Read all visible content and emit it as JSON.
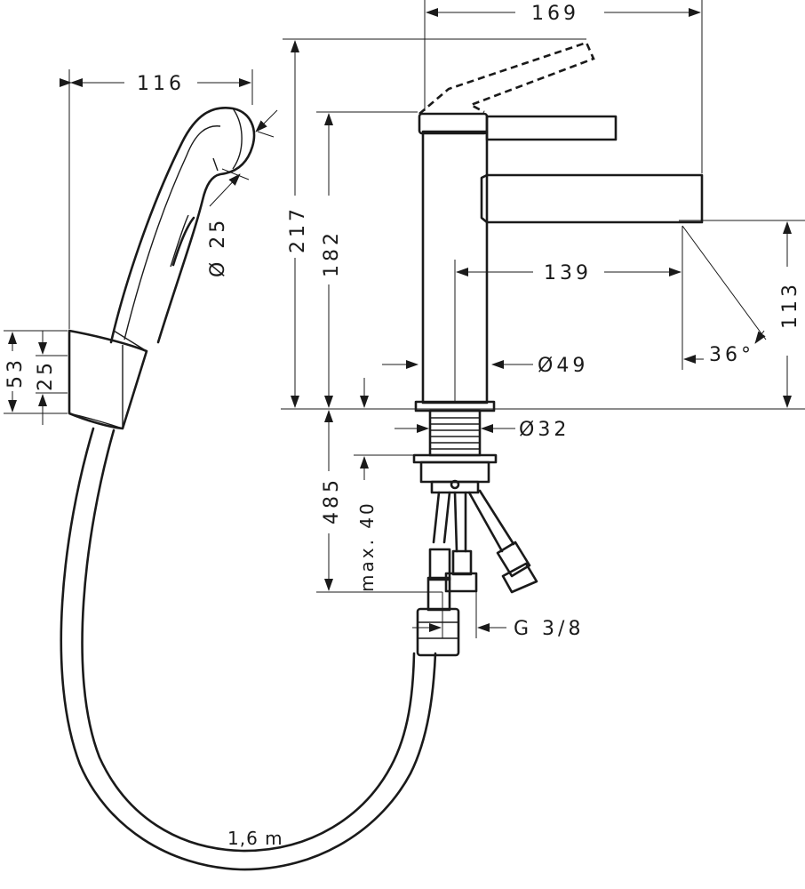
{
  "dimensions": {
    "width_handshower": "116",
    "width_overall": "169",
    "height_total": "217",
    "height_body": "182",
    "spout_reach": "139",
    "spout_height": "113",
    "spray_angle": "36°",
    "body_diameter": "Ø49",
    "shank_diameter": "Ø32",
    "handshower_diameter": "Ø 25",
    "holder_height": "53",
    "holder_inner": "25",
    "below_deck_length": "485",
    "max_deck_thickness": "max. 40",
    "connection_thread": "G 3/8",
    "hose_length": "1,6 m"
  },
  "colors": {
    "line": "#1a1a1a",
    "background": "#ffffff"
  }
}
